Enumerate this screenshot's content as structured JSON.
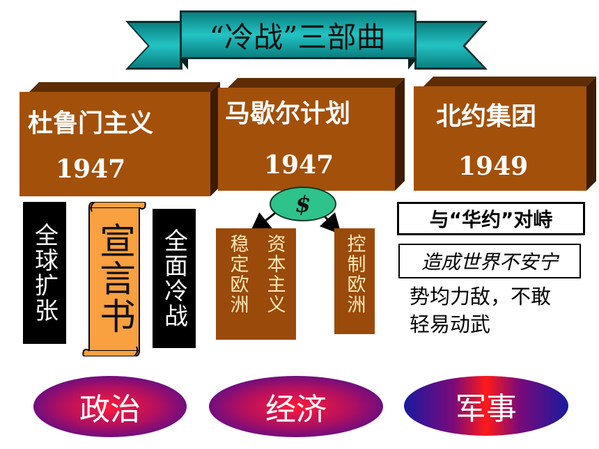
{
  "title": "“冷战”三部曲",
  "columns": {
    "truman": {
      "label": "杜鲁门主义",
      "year": "1947"
    },
    "marshall": {
      "label": "马歇尔计划",
      "year": "1947"
    },
    "nato": {
      "label": "北约集团",
      "year": "1949"
    }
  },
  "truman_notes": {
    "left": "全球扩张",
    "scroll": "宣言书",
    "right": "全面冷战"
  },
  "marshall_notes": {
    "dollar": "$",
    "box1_col1": "资本主义",
    "box1_col2": "稳定欧洲",
    "box2": "控制欧洲"
  },
  "nato_notes": {
    "line1": "与“华约”对峙",
    "line2": "造成世界不安宁",
    "line3a": "势均力敌，不敢",
    "line3b": "轻易动武"
  },
  "categories": {
    "politics": "政治",
    "economy": "经济",
    "military": "军事"
  },
  "colors": {
    "banner": "#18B6B6",
    "box": "#A3500B",
    "scroll": "#F9A040",
    "dollar": "#2EC38A"
  }
}
